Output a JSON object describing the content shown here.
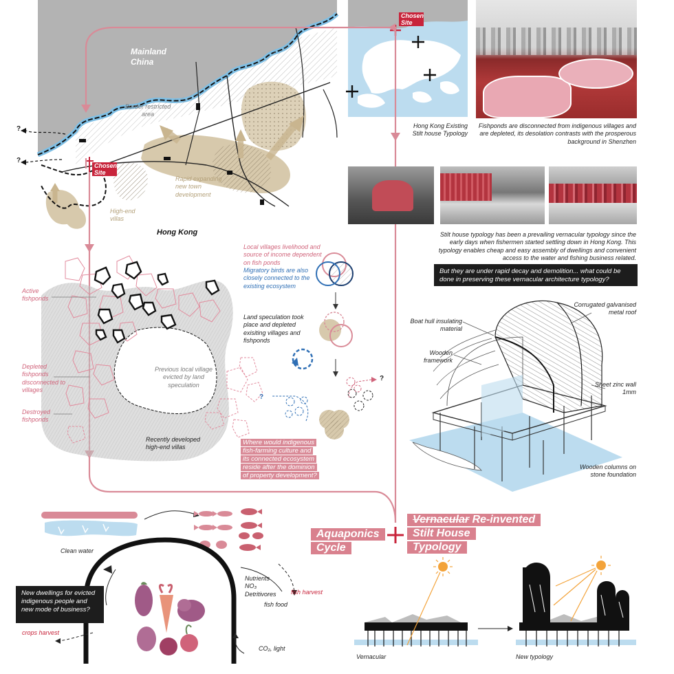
{
  "map": {
    "mainland_label": "Mainland China",
    "border_label": "Border restricted area",
    "new_town_label": "Rapid expanding new town development",
    "villas_label": "High-end villas",
    "hk_label": "Hong Kong",
    "chosen_site": "Chosen Site",
    "question_marks": [
      "?",
      "?"
    ]
  },
  "hk_inset": {
    "chosen_site": "Chosen Site",
    "caption": "Hong Kong Existing Stilt house Typology"
  },
  "fishpond_photo": {
    "caption": "Fishponds are disconnected from indigenous villages and are depleted, its desolation contrasts with the prosperous background in Shenzhen"
  },
  "stilt_photos": {
    "caption": "Stilt house typology has been a prevailing vernacular typology since the early days when fishermen started settling down in Hong Kong. This typology enables cheap and easy assembly of dwellings and convenient access to the water and fishing business related.",
    "question": "But they are under rapid decay and demolition... what could be done in preserving these vernacular architecture typology?"
  },
  "fishpond_map": {
    "active": "Active fishponds",
    "depleted": "Depleted fishponds disconnected to villages",
    "destroyed": "Destroyed fishponds",
    "previous_village": "Previous local village evicted by land speculation",
    "villas": "Recently developed high-end villas"
  },
  "ecosystem": {
    "livelihood": "Local villages livelihood and source of income dependent on fish ponds",
    "birds": "Migratory birds are also closely connected to the existing ecosystem",
    "speculation": "Land speculation took place and depleted exisiting villages and fishponds",
    "question_lines": [
      "Where would indigenous",
      "fish-farming culture and",
      "its connected ecosystem",
      "reside after the dominion",
      "of property development?"
    ],
    "question_marks": [
      "?",
      "?"
    ]
  },
  "axon": {
    "roof": "Corrugated galvanised metal roof",
    "hull": "Boat hull insulating material",
    "frame": "Wooden framework",
    "zinc": "Sheet zinc wall 1mm",
    "columns": "Wooden columns on stone foundation"
  },
  "titles": {
    "left_line1": "Aquaponics",
    "left_line2": "Cycle",
    "right_strike": "Vernacular",
    "right_line1_rest": " Re-invented",
    "right_line2": "Stilt House",
    "right_line3": "Typology"
  },
  "aquaponics": {
    "clean_water": "Clean water",
    "nutrients": "Nutrients NO₃ Detritivores",
    "fish_food": "fish food",
    "fish_harvest": "fish harvest",
    "crops_harvest": "crops harvest",
    "co2": "CO₂, light",
    "new_dwellings": "New dwellings for evicted indigenous people and new mode of business?"
  },
  "sections": {
    "vernacular": "Vernacular",
    "new_typology": "New typology"
  },
  "colors": {
    "accent_red": "#c8243b",
    "pink": "#d98a97",
    "tan": "#c9b58f",
    "water_blue": "#bcdcef",
    "map_grey": "#b3b3b3"
  }
}
